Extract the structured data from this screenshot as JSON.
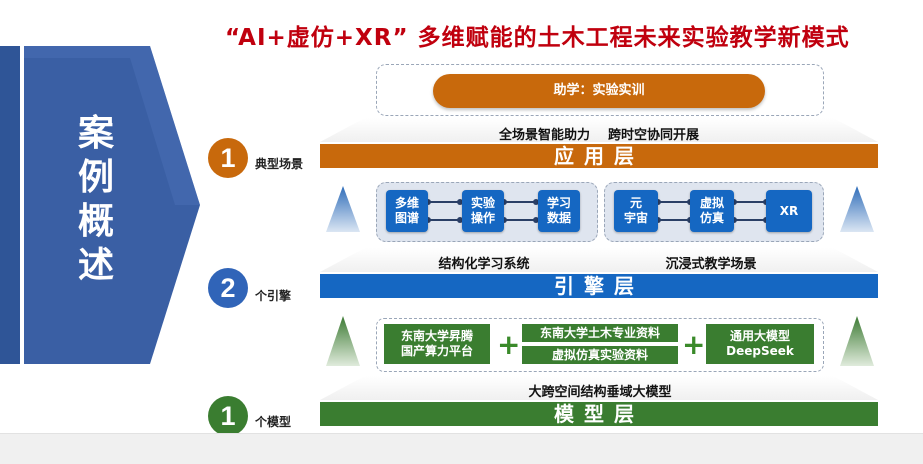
{
  "title": "“AI+虚仿+XR” 多维赋能的土木工程未来实验教学新模式",
  "side_label": "案\n例\n概\n述",
  "application_layer": {
    "level_number": "1",
    "level_label": "典型场景",
    "top_pill": "助学：实验实训",
    "caption": "全场景智能助力    跨时空协同开展",
    "band_label": "应用层"
  },
  "engine_layer": {
    "level_number": "2",
    "level_label": "个引擎",
    "left_nodes": [
      "多维\n图谱",
      "实验\n操作",
      "学习\n数据"
    ],
    "right_nodes": [
      "元\n宇宙",
      "虚拟\n仿真",
      "XR"
    ],
    "caption_left": "结构化学习系统",
    "caption_right": "沉浸式教学场景",
    "band_label": "引擎层"
  },
  "model_layer": {
    "level_number": "1",
    "level_label": "个模型",
    "node_left": "东南大学昇腾\n国产算力平台",
    "node_mid_top": "东南大学土木专业资料",
    "node_mid_bottom": "虚拟仿真实验资料",
    "node_right": "通用大模型\nDeepSeek",
    "plus_symbol": "+",
    "caption": "大跨空间结构垂域大模型",
    "band_label": "模型层"
  },
  "colors": {
    "title_red": "#c0000e",
    "side_blue": "#2f5597",
    "orange": "#c8690c",
    "blue": "#1567c2",
    "green": "#3a7d30"
  }
}
